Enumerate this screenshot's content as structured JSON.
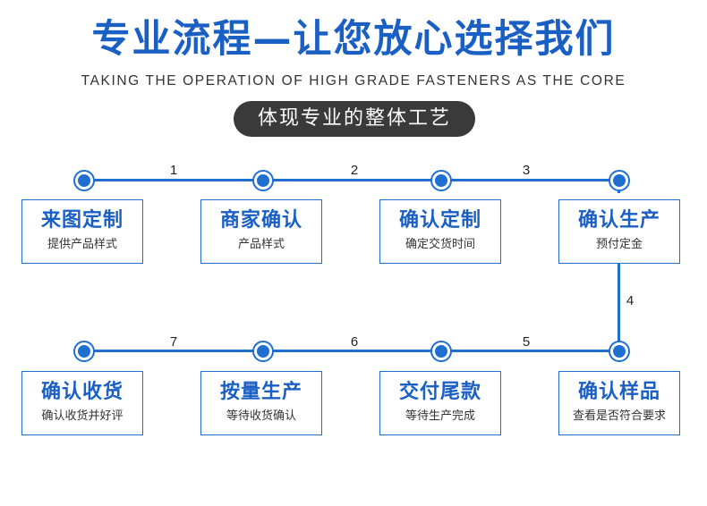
{
  "header": {
    "title": "专业流程—让您放心选择我们",
    "subtitle": "TAKING THE OPERATION OF HIGH GRADE FASTENERS AS THE CORE",
    "badge": "体现专业的整体工艺"
  },
  "colors": {
    "accent": "#1e6fd0",
    "title": "#1a5fc4",
    "badge_bg": "#3a3a3a"
  },
  "steps": [
    {
      "title": "来图定制",
      "desc": "提供产品样式"
    },
    {
      "title": "商家确认",
      "desc": "产品样式"
    },
    {
      "title": "确认定制",
      "desc": "确定交货时间"
    },
    {
      "title": "确认生产",
      "desc": "预付定金"
    },
    {
      "title": "确认样品",
      "desc": "查看是否符合要求"
    },
    {
      "title": "交付尾款",
      "desc": "等待生产完成"
    },
    {
      "title": "按量生产",
      "desc": "等待收货确认"
    },
    {
      "title": "确认收货",
      "desc": "确认收货并好评"
    }
  ],
  "connectors": [
    "1",
    "2",
    "3",
    "4",
    "5",
    "6",
    "7"
  ]
}
